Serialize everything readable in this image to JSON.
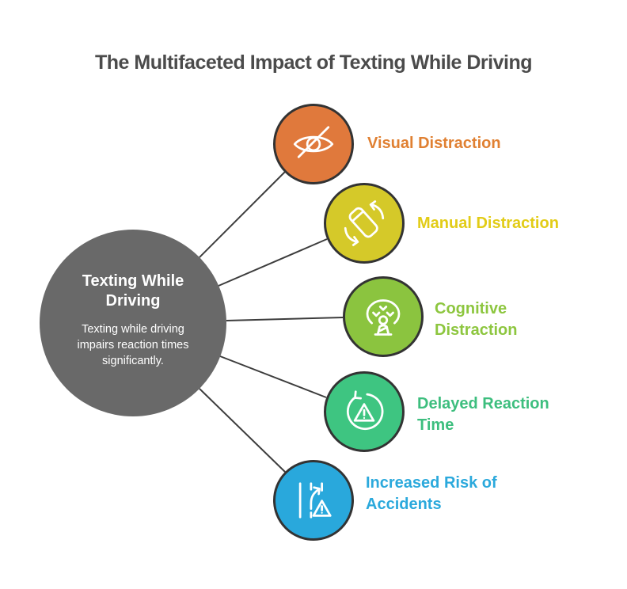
{
  "title": "The Multifaceted Impact of Texting While Driving",
  "title_color": "#4b4b4b",
  "background": "#ffffff",
  "connector_color": "#3d3d3d",
  "outline_color": "#333333",
  "hub": {
    "title": "Texting While Driving",
    "description": "Texting while driving impairs reaction times significantly.",
    "color": "#696969",
    "text_color": "#ffffff"
  },
  "nodes": [
    {
      "label": "Visual Distraction",
      "icon": "eye-off-icon",
      "circle_color": "#E0793C",
      "label_color": "#E08032"
    },
    {
      "label": "Manual Distraction",
      "icon": "phone-rotate-icon",
      "circle_color": "#D5C929",
      "label_color": "#E2CC17"
    },
    {
      "label": "Cognitive Distraction",
      "icon": "mind-wandering-icon",
      "circle_color": "#8BC43F",
      "label_color": "#8DC63F"
    },
    {
      "label": "Delayed Reaction Time",
      "icon": "retry-warning-icon",
      "circle_color": "#3EC581",
      "label_color": "#3DBE7E"
    },
    {
      "label": "Increased Risk of Accidents",
      "icon": "road-warning-icon",
      "circle_color": "#29A8DC",
      "label_color": "#2BA9DC"
    }
  ]
}
